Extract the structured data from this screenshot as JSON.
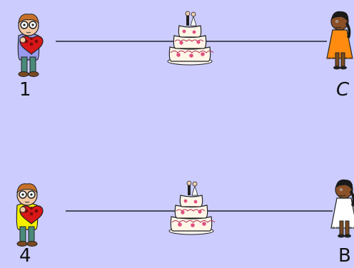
{
  "pairs": [
    {
      "left_label": "1",
      "right_label": "C",
      "right_label_italic": true,
      "left_figure": "boy-purple-shirt",
      "right_figure": "girl-orange-dress",
      "center_item": "wedding-cake"
    },
    {
      "left_label": "4",
      "right_label": "B",
      "right_label_italic": false,
      "left_figure": "boy-yellow-shirt",
      "right_figure": "girl-white-dress",
      "center_item": "wedding-cake"
    }
  ],
  "colors": {
    "background": "#ccccff",
    "line": "#000000",
    "shirt_purple": "#9999ee",
    "shirt_yellow": "#f4f000",
    "pants": "#4a8a7a",
    "candy_box": "#d81818",
    "girl_orange_dress": "#ff8c10",
    "girl_white_dress": "#ffffff",
    "cake": "#fff4e4",
    "cake_roses": "#e05080"
  }
}
